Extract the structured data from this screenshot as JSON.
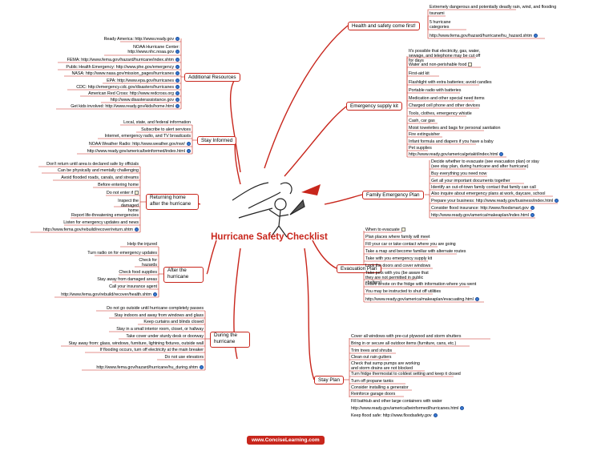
{
  "title": "Hurricane Safety Checklist",
  "footer": "www.ConciseLearning.com",
  "accent_color": "#c8261c",
  "branches": {
    "health": {
      "label": "Health and safety come first!",
      "items": [
        "Extremely dangerous and potentially deadly rain, wind, and flooding",
        "tsunami",
        "5 hurricane categories",
        "http://www.fema.gov/hazard/hurricane/hu_hazard.shtm"
      ]
    },
    "supply": {
      "label": "Emergency supply kit",
      "items": [
        "It's possible that electricity, gas, water, sewage, and telephone may be cut off for days",
        "Water and non-perishable food",
        "First-aid kit",
        "Flashlight with extra batteries; avoid candles",
        "Portable radio with batteries",
        "Medication and other special need items",
        "Charged cell phone and other devices",
        "Tools, clothes, emergency whistle",
        "Cash, car gas",
        "Moist towelettes and bags for personal sanitation",
        "Fire extinguisher",
        "Infant formula and diapers if you have a baby",
        "Pet supplies",
        "http://www.ready.gov/america/getakit/index.html"
      ]
    },
    "family": {
      "label": "Family Emergency Plan",
      "items": [
        "Decide whether to evacuate (see evacuation plan) or stay (see stay plan, during hurricane and after hurricane)",
        "Buy everything you need now",
        "Get all your important documents together",
        "Identify an out-of-town family contact that family can call",
        "Also inquire about emergency plans at work, daycare, school",
        "Prepare your business: http://www.ready.gov/business/index.html",
        "Consider flood insurance: http://www.floodsmart.gov",
        "http://www.ready.gov/america/makeaplan/index.html"
      ]
    },
    "evac": {
      "label": "Evacuation Plan",
      "items": [
        "When to evacuate",
        "Plan places where family will meet",
        "Fill your car or take contact where you are going",
        "Take a map and become familiar with alternate routes",
        "Take with you emergency supply kit",
        "Lock the doors and cover windows",
        "Take pets with you (be aware that they are not permitted in public shelters)",
        "Leave a note on the fridge with information where you went",
        "You may be instructed to shut off utilities",
        "http://www.ready.gov/america/makeaplan/evacuating.html"
      ]
    },
    "stay": {
      "label": "Stay Plan",
      "items": [
        "Cover all windows with pre-cut plywood and storm shutters",
        "Bring in or secure all outdoor items (furniture, cans, etc.)",
        "Trim trees and shrubs",
        "Clean out rain gutters",
        "Check that sump pumps are working and storm drains are not blocked",
        "Turn fridge thermostat to coldest setting and keep it closed",
        "Turn off propane tanks",
        "Consider installing a generator",
        "Reinforce garage doors",
        "Fill bathtub and other large containers with water",
        "http://www.ready.gov/america/beinformed/hurricanes.html",
        "Keep flood safe: http://www.floodsafety.gov"
      ]
    },
    "resources": {
      "label": "Additional Resources",
      "items": [
        "Ready America: http://www.ready.gov",
        "NOAA Hurricane Center: http://www.nhc.noaa.gov",
        "FEMA: http://www.fema.gov/hazard/hurricane/index.shtm",
        "Public Health Emergency: http://www.phe.gov/emergency",
        "NASA: http://www.nasa.gov/mission_pages/hurricanes",
        "EPA: http://www.epa.gov/hurricanes",
        "CDC: http://emergency.cdc.gov/disasters/hurricanes",
        "American Red Cross: http://www.redcross.org",
        "http://www.disasterassistance.gov",
        "Get kids involved: http://www.ready.gov/kids/home.html"
      ]
    },
    "informed": {
      "label": "Stay Informed",
      "items": [
        "Local, state, and federal information",
        "Subscribe to alert services",
        "Internet, emergency radio, and TV broadcasts",
        "NOAA Weather Radio: http://www.weather.gov/nwr/",
        "http://www.ready.gov/america/beinformed/index.html"
      ]
    },
    "returning": {
      "label": "Returning home after the hurricane",
      "items": [
        "Don't return until area is declared safe by officials",
        "Can be physically and mentally challenging",
        "Avoid flooded roads, canals, and streams",
        "Before entering home",
        "Do not enter if",
        "Inspect the damaged home",
        "Report life-threatening emergencies",
        "Listen for emergency updates and news",
        "http://www.fema.gov/rebuild/recover/return.shtm"
      ]
    },
    "after": {
      "label": "After the hurricane",
      "items": [
        "Help the injured",
        "Turn radio on for emergency updates",
        "Check for hazards",
        "Check food supplies",
        "Stay away from damaged areas",
        "Call your insurance agent",
        "http://www.fema.gov/rebuild/recover/health.shtm"
      ]
    },
    "during": {
      "label": "During the hurricane",
      "items": [
        "Do not go outside until hurricane completely passes",
        "Stay indoors and away from windows and glass",
        "Keep curtains and blinds closed",
        "Stay in a small interior room, closet, or hallway",
        "Take cover under sturdy desk or doorway",
        "Stay away from: glass, windows, furniture, lightning fixtures, outside wall",
        "If flooding occurs, turn off electricity at the main breaker",
        "Do not use elevators",
        "http://www.fema.gov/hazard/hurricane/hu_during.shtm"
      ]
    }
  }
}
